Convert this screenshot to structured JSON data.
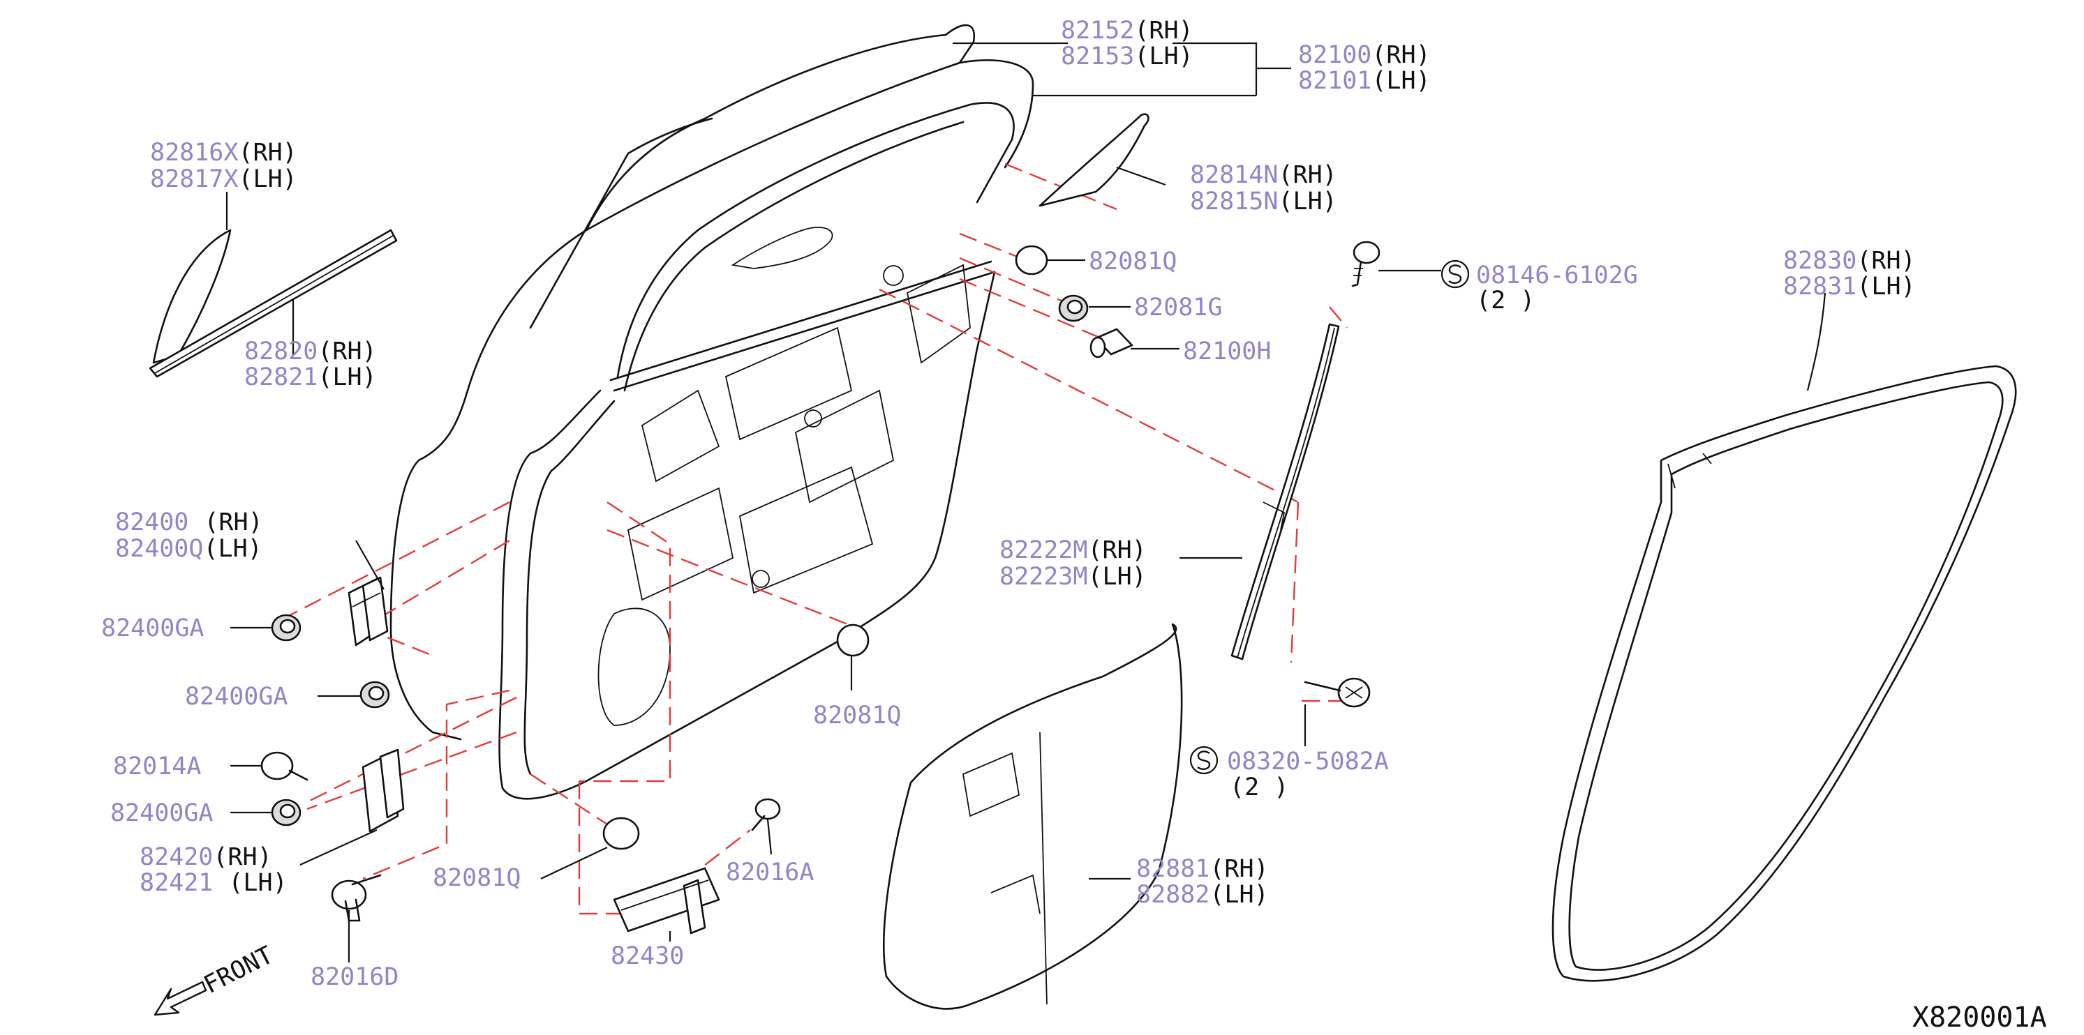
{
  "diagram_code": "X820001A",
  "front_label": "FRONT",
  "labels": {
    "door_sash_rh": {
      "part": "82152",
      "side": "(RH)"
    },
    "door_sash_lh": {
      "part": "82153",
      "side": "(LH)"
    },
    "door_panel_rh": {
      "part": "82100",
      "side": "(RH)"
    },
    "door_panel_lh": {
      "part": "82101",
      "side": "(LH)"
    },
    "outer_molding_rh": {
      "part": "82816X",
      "side": "(RH)"
    },
    "outer_molding_lh": {
      "part": "82817X",
      "side": "(LH)"
    },
    "weatherstrip_rh": {
      "part": "82820",
      "side": "(RH)"
    },
    "weatherstrip_lh": {
      "part": "82821",
      "side": "(LH)"
    },
    "corner_cover_rh": {
      "part": "82814N",
      "side": "(RH)"
    },
    "corner_cover_lh": {
      "part": "82815N",
      "side": "(LH)"
    },
    "plug_top": {
      "part": "82081Q"
    },
    "grommet": {
      "part": "82081G"
    },
    "bumper": {
      "part": "82100H"
    },
    "screw_top": {
      "part": "08146-6102G",
      "qty": "(2 )"
    },
    "seal_rh": {
      "part": "82830",
      "side": "(RH)"
    },
    "seal_lh": {
      "part": "82831",
      "side": "(LH)"
    },
    "hinge_upper_rh": {
      "part": "82400",
      "side": "(RH)"
    },
    "hinge_upper_lh": {
      "part": "82400Q",
      "side": "(LH)"
    },
    "nut_1": {
      "part": "82400GA"
    },
    "nut_2": {
      "part": "82400GA"
    },
    "bolt_1": {
      "part": "82014A"
    },
    "nut_3": {
      "part": "82400GA"
    },
    "hinge_lower_rh": {
      "part": "82420",
      "side": "(RH)"
    },
    "hinge_lower_lh": {
      "part": "82421",
      "side": "(LH)"
    },
    "bolt_lower": {
      "part": "82016D"
    },
    "plug_lower": {
      "part": "82081Q"
    },
    "plug_mid": {
      "part": "82081Q"
    },
    "check_link": {
      "part": "82430"
    },
    "bolt_check": {
      "part": "82016A"
    },
    "channel_rh": {
      "part": "82222M",
      "side": "(RH)"
    },
    "channel_lh": {
      "part": "82223M",
      "side": "(LH)"
    },
    "screw_channel": {
      "part": "08320-5082A",
      "qty": "(2 )"
    },
    "screen_rh": {
      "part": "82881",
      "side": "(RH)"
    },
    "screen_lh": {
      "part": "82882",
      "side": "(LH)"
    }
  },
  "colors": {
    "part_number": "#8f86c8",
    "leader": "#111111",
    "dashed_reference": "#e23b3b"
  }
}
